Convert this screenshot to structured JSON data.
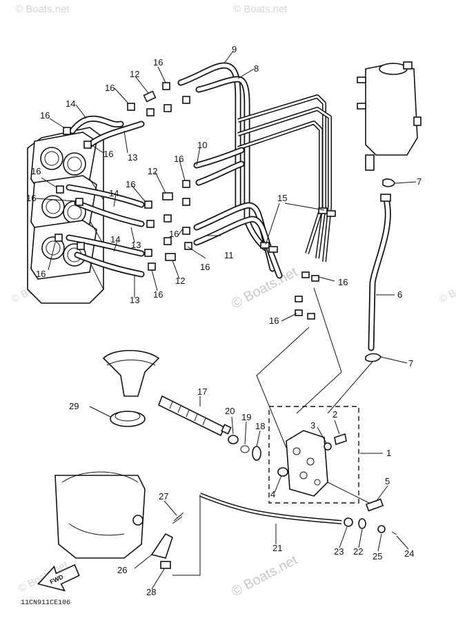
{
  "watermark": "© Boats.net",
  "diagram_code": "11CN911CE106",
  "fwd_label": "FWD",
  "callouts": [
    "1",
    "2",
    "3",
    "4",
    "5",
    "6",
    "7",
    "7",
    "8",
    "9",
    "10",
    "11",
    "12",
    "12",
    "12",
    "13",
    "13",
    "13",
    "14",
    "14",
    "14",
    "15",
    "16",
    "16",
    "16",
    "16",
    "16",
    "16",
    "16",
    "16",
    "16",
    "16",
    "16",
    "16",
    "17",
    "18",
    "19",
    "20",
    "21",
    "22",
    "23",
    "24",
    "25",
    "26",
    "27",
    "28",
    "29"
  ]
}
